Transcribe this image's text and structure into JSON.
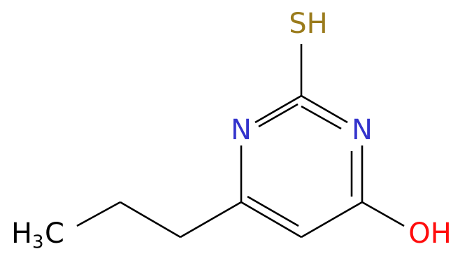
{
  "molecule": {
    "colors": {
      "bond": "#000000",
      "sulfur": "#9a7b1c",
      "nitrogen": "#3333cc",
      "oxygen": "#ff0d0d",
      "carbon": "#000000"
    },
    "labels": {
      "sh": "SH",
      "n_left": "N",
      "n_right": "N",
      "oh": "OH",
      "methyl_h": "H",
      "methyl_sub": "3",
      "methyl_c": "C"
    }
  }
}
